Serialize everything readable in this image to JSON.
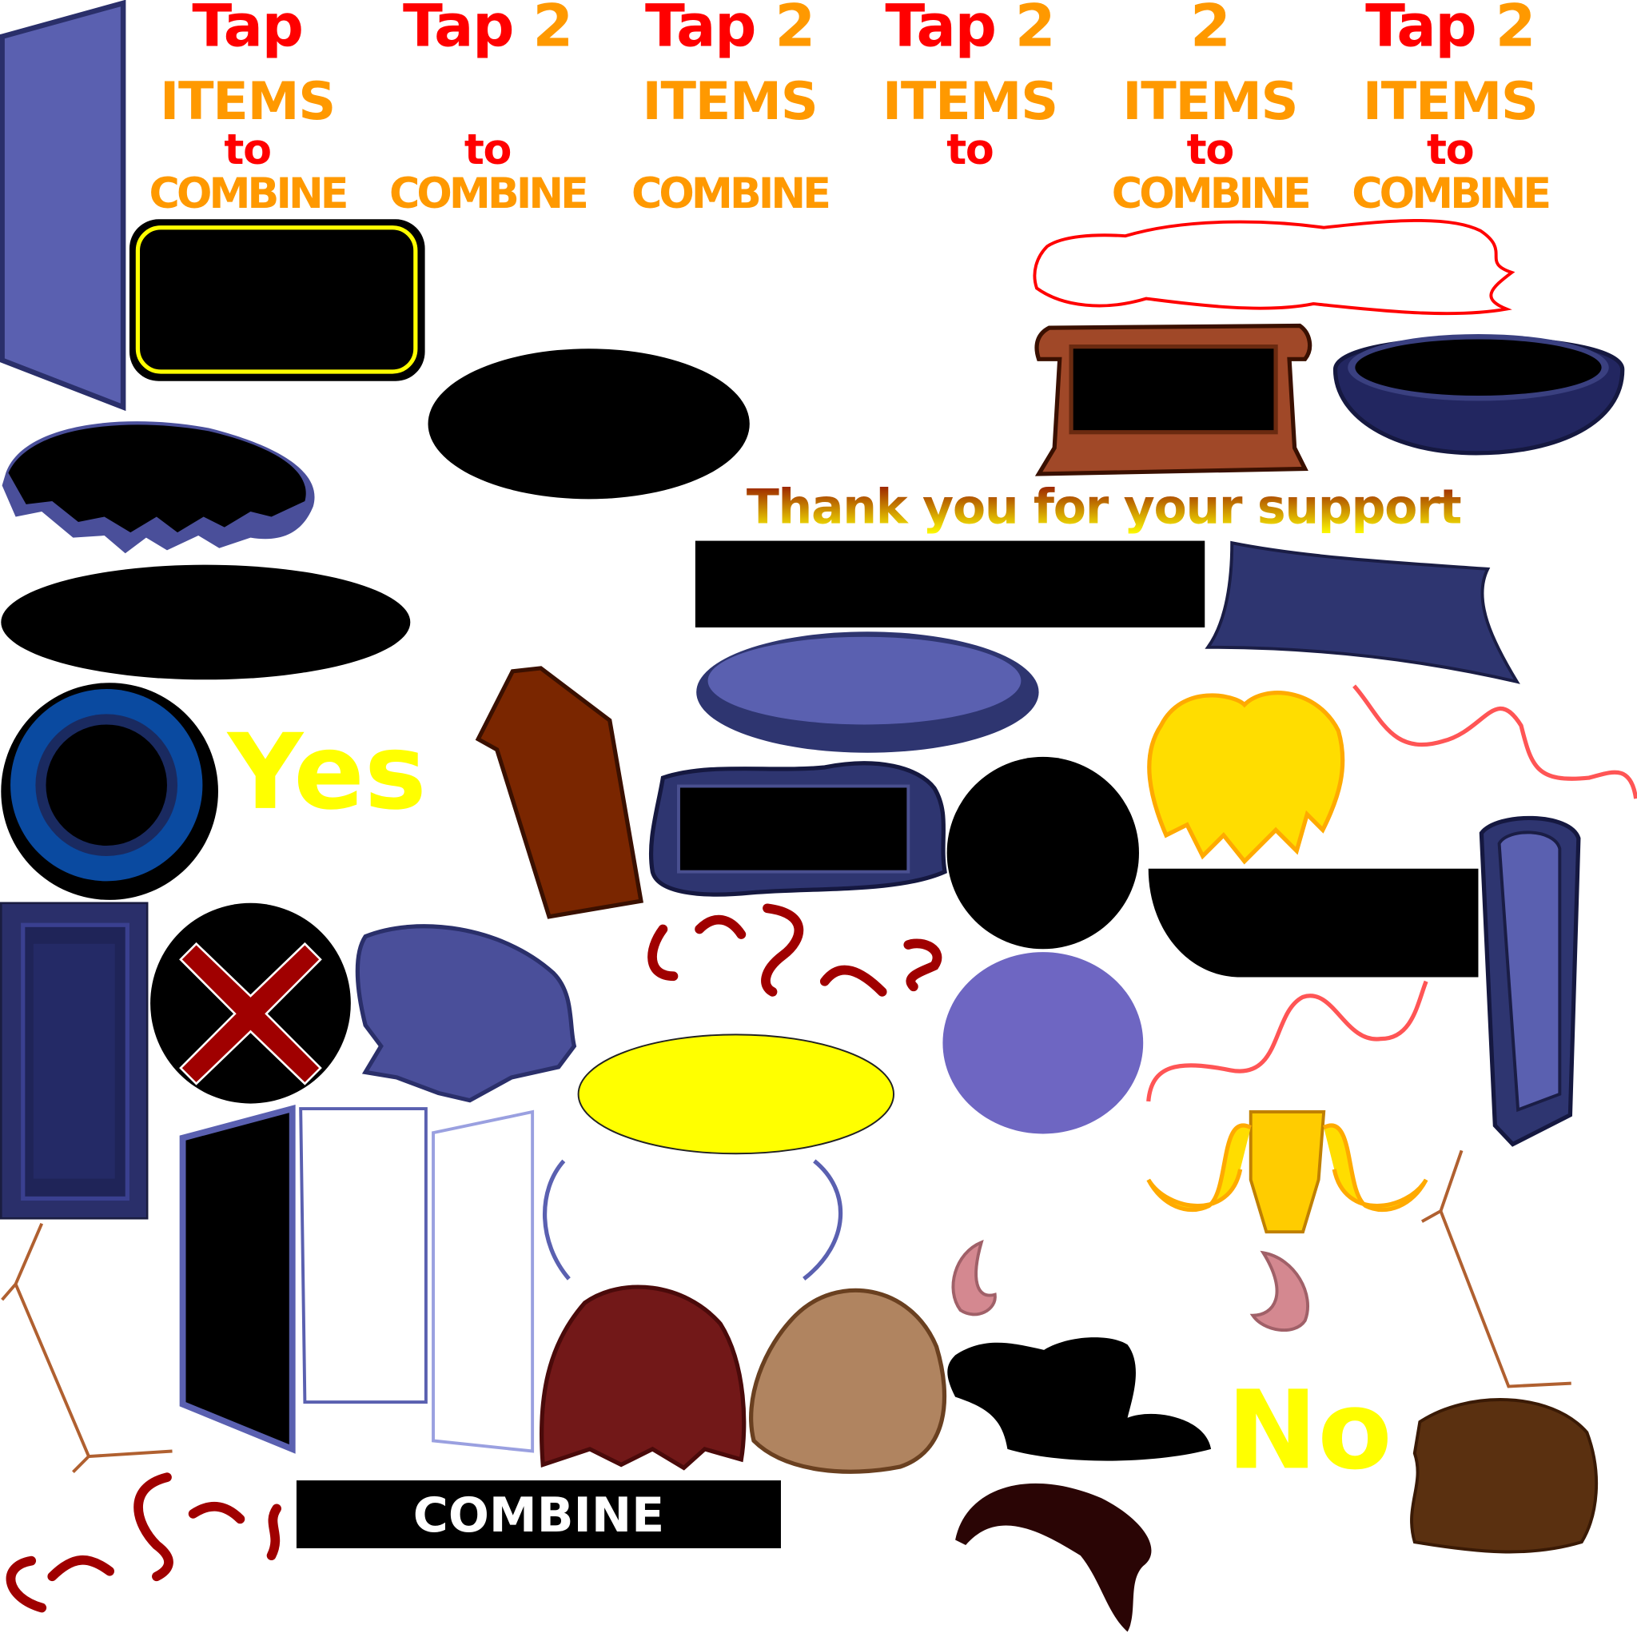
{
  "sheet": {
    "columns": [
      {
        "tap": "Tap",
        "two": "",
        "items": "ITEMS",
        "to": "to",
        "combine": "COMBINE"
      },
      {
        "tap": "Tap",
        "two": "2",
        "items": "",
        "to": "to",
        "combine": "COMBINE"
      },
      {
        "tap": "Tap",
        "two": "2",
        "items": "ITEMS",
        "to": "",
        "combine": "COMBINE"
      },
      {
        "tap": "Tap",
        "two": "2",
        "items": "ITEMS",
        "to": "to",
        "combine": ""
      },
      {
        "tap": "",
        "two": "2",
        "items": "ITEMS",
        "to": "to",
        "combine": "COMBINE"
      },
      {
        "tap": "Tap",
        "two": "2",
        "items": "ITEMS",
        "to": "to",
        "combine": "COMBINE"
      }
    ],
    "thanks": "Thank you for your support",
    "yes": "Yes",
    "no": "No",
    "combine_button": "COMBINE"
  },
  "colors": {
    "red": "#ff0000",
    "orange": "#ff9900",
    "yellow": "#ffff00",
    "navy": "#2e3570",
    "blue_purple": "#5a60b0"
  }
}
